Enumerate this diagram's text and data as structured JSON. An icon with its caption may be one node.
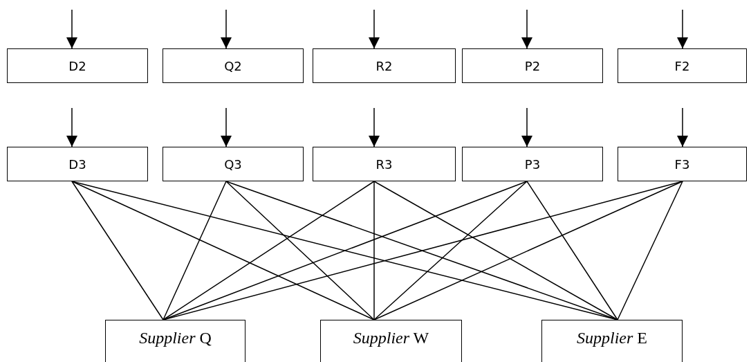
{
  "diagram": {
    "nodes": [
      {
        "text": [
          "D2"
        ]
      },
      {
        "text": [
          "Q2"
        ]
      },
      {
        "text": [
          "R2"
        ]
      },
      {
        "text": [
          "P2"
        ]
      },
      {
        "text": [
          "F2"
        ]
      },
      {
        "text": [
          "D3"
        ]
      },
      {
        "text": [
          "Q3"
        ]
      },
      {
        "text": [
          "R3"
        ]
      },
      {
        "text": [
          "P3"
        ]
      },
      {
        "text": [
          "F3"
        ]
      },
      {
        "text": [
          "*Supplier* Q"
        ]
      },
      {
        "text": [
          "*Supplier* W"
        ]
      },
      {
        "text": [
          "*Supplier* E"
        ]
      }
    ],
    "edges": [
      {
        "from": null,
        "to": 0,
        "arrow": "to"
      },
      {
        "from": null,
        "to": 1,
        "arrow": "to"
      },
      {
        "from": null,
        "to": 2,
        "arrow": "to"
      },
      {
        "from": null,
        "to": 3,
        "arrow": "to"
      },
      {
        "from": null,
        "to": 4,
        "arrow": "to"
      },
      {
        "from": null,
        "to": 5,
        "arrow": "to"
      },
      {
        "from": null,
        "to": 6,
        "arrow": "to"
      },
      {
        "from": null,
        "to": 7,
        "arrow": "to"
      },
      {
        "from": null,
        "to": 8,
        "arrow": "to"
      },
      {
        "from": null,
        "to": 9,
        "arrow": "to"
      },
      {
        "from": 5,
        "to": 10,
        "arrow": "none"
      },
      {
        "from": 5,
        "to": 11,
        "arrow": "none"
      },
      {
        "from": 5,
        "to": 12,
        "arrow": "none"
      },
      {
        "from": 6,
        "to": 10,
        "arrow": "none"
      },
      {
        "from": 6,
        "to": 11,
        "arrow": "none"
      },
      {
        "from": 6,
        "to": 12,
        "arrow": "none"
      },
      {
        "from": 7,
        "to": 10,
        "arrow": "none"
      },
      {
        "from": 7,
        "to": 11,
        "arrow": "none"
      },
      {
        "from": 7,
        "to": 12,
        "arrow": "none"
      },
      {
        "from": 8,
        "to": 10,
        "arrow": "none"
      },
      {
        "from": 8,
        "to": 11,
        "arrow": "none"
      },
      {
        "from": 8,
        "to": 12,
        "arrow": "none"
      },
      {
        "from": 9,
        "to": 10,
        "arrow": "none"
      },
      {
        "from": 9,
        "to": 11,
        "arrow": "none"
      },
      {
        "from": 9,
        "to": 12,
        "arrow": "none"
      }
    ]
  }
}
